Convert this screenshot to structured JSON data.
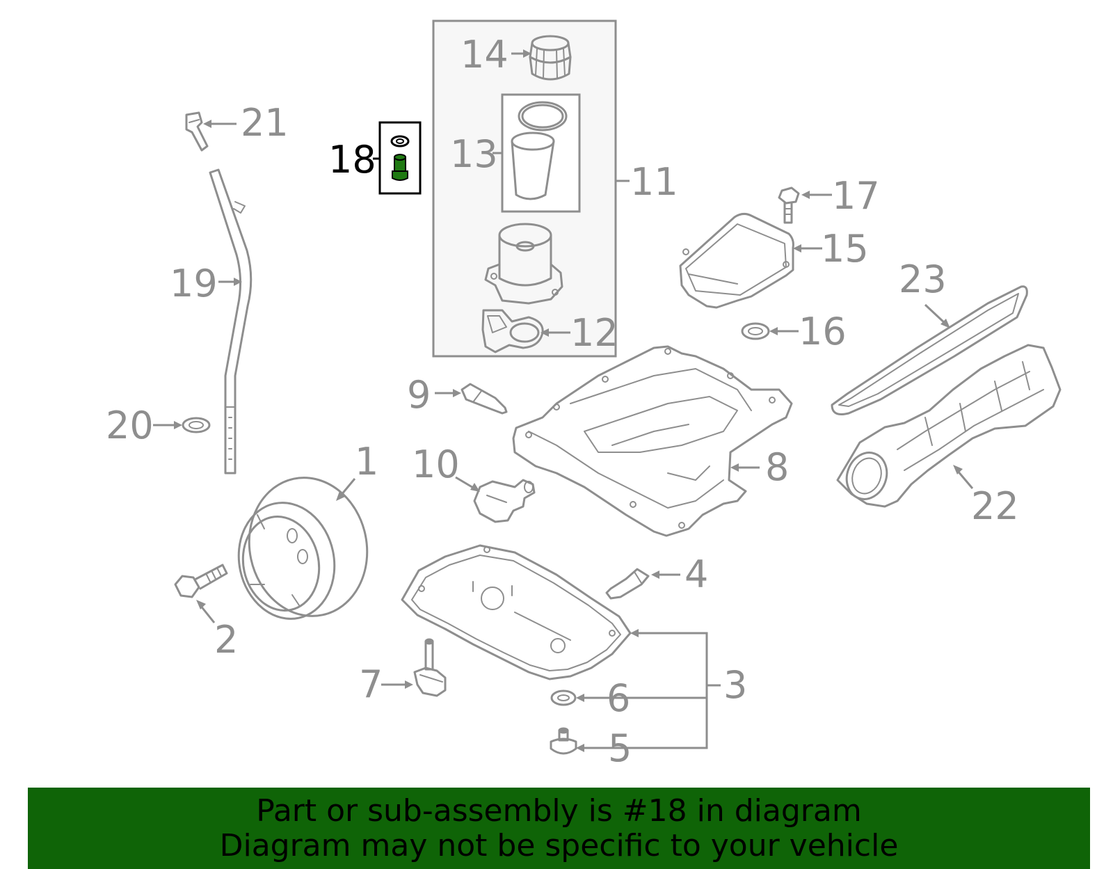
{
  "colors": {
    "line_art": "#8e8e8e",
    "highlight_part": "#1f7a12",
    "footer_background": "#0f6407",
    "footer_text": "#000000",
    "kit_box_fill": "#f7f7f7"
  },
  "callouts": {
    "c1": "1",
    "c2": "2",
    "c3": "3",
    "c4": "4",
    "c5": "5",
    "c6": "6",
    "c7": "7",
    "c8": "8",
    "c9": "9",
    "c10": "10",
    "c11": "11",
    "c12": "12",
    "c13": "13",
    "c14": "14",
    "c15": "15",
    "c16": "16",
    "c17": "17",
    "c18": "18",
    "c19": "19",
    "c20": "20",
    "c21": "21",
    "c22": "22",
    "c23": "23"
  },
  "highlighted_callout": "18",
  "footer": {
    "line1": "Part or sub-assembly is #18 in diagram",
    "line2": "Diagram may not be specific to your vehicle"
  }
}
